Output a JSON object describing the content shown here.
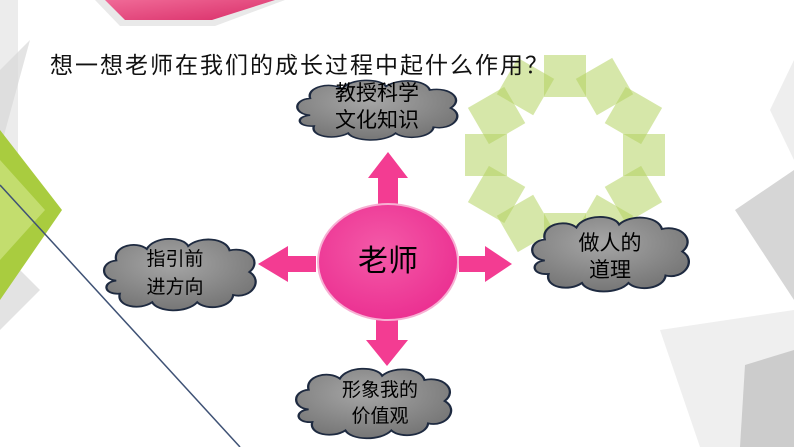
{
  "slide": {
    "question": "想一想老师在我们的成长过程中起什么作用？"
  },
  "diagram": {
    "center": {
      "label": "老师"
    },
    "nodes": {
      "top": {
        "lines": [
          "教授科学",
          "文化知识"
        ]
      },
      "right": {
        "lines": [
          "做人的",
          "道理"
        ]
      },
      "bottom": {
        "lines": [
          "形象我的",
          "价值观"
        ]
      },
      "left": {
        "lines": [
          "指引前",
          "进方向"
        ]
      }
    }
  },
  "colors": {
    "center_fill": "#f2399b",
    "arrow_fill": "#f33c92",
    "cloud_fill": "#7a7a7a",
    "cloud_fill_light": "#9b9b9b",
    "cloud_stroke": "#1e2a40",
    "accent_green": "#a4c93f",
    "accent_pink": "#e5417b",
    "accent_gray": "#d9d9d9"
  }
}
